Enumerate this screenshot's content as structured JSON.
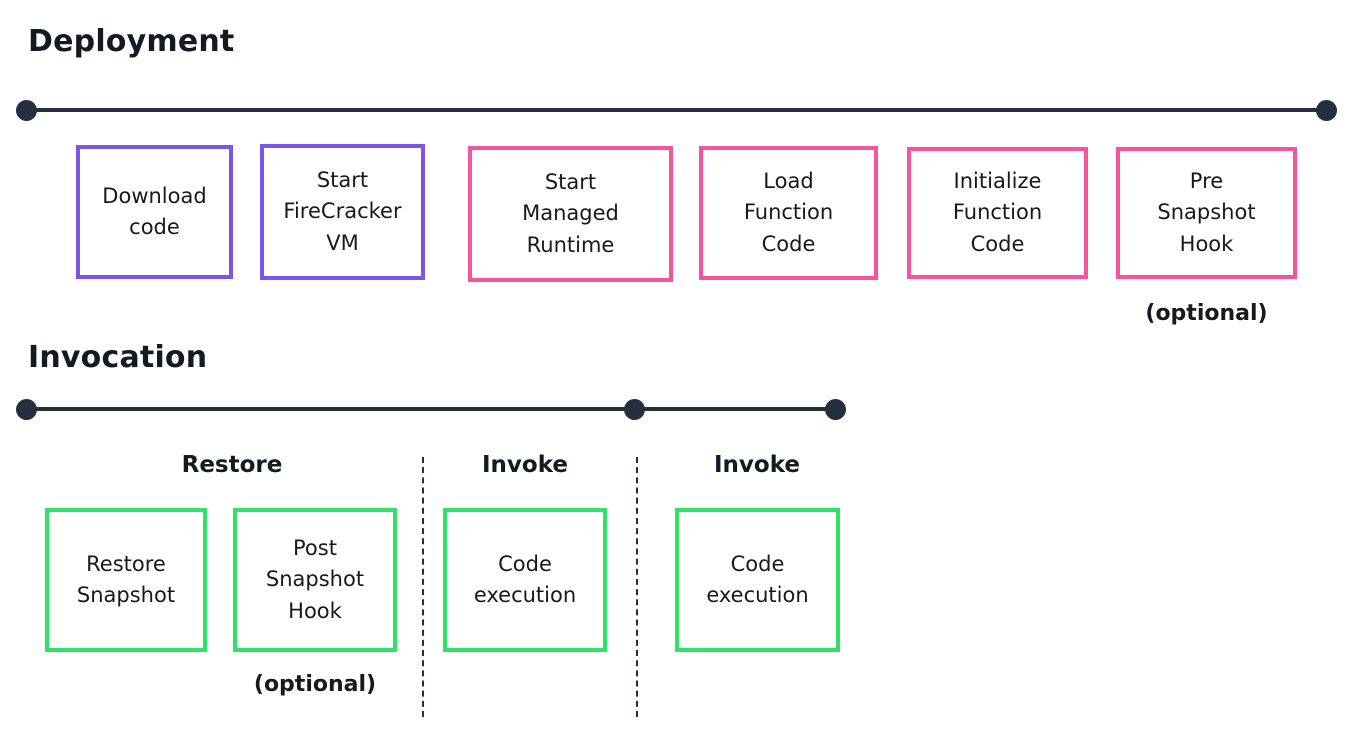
{
  "colors": {
    "purple": "#7C55E6",
    "pink": "#F4549E",
    "green": "#30E268",
    "timeline": "#232F3E",
    "text": "#16191F"
  },
  "deployment": {
    "title": "Deployment",
    "boxes": [
      {
        "label": "Download\ncode",
        "color": "purple"
      },
      {
        "label": "Start\nFireCracker\nVM",
        "color": "purple"
      },
      {
        "label": "Start\nManaged\nRuntime",
        "color": "pink"
      },
      {
        "label": "Load\nFunction\nCode",
        "color": "pink"
      },
      {
        "label": "Initialize\nFunction\nCode",
        "color": "pink"
      },
      {
        "label": "Pre\nSnapshot\nHook",
        "color": "pink",
        "note": "(optional)"
      }
    ]
  },
  "invocation": {
    "title": "Invocation",
    "phases": [
      {
        "label": "Restore"
      },
      {
        "label": "Invoke"
      },
      {
        "label": "Invoke"
      }
    ],
    "boxes": [
      {
        "label": "Restore\nSnapshot",
        "color": "green"
      },
      {
        "label": "Post\nSnapshot\nHook",
        "color": "green",
        "note": "(optional)"
      },
      {
        "label": "Code\nexecution",
        "color": "green"
      },
      {
        "label": "Code\nexecution",
        "color": "green"
      }
    ]
  }
}
